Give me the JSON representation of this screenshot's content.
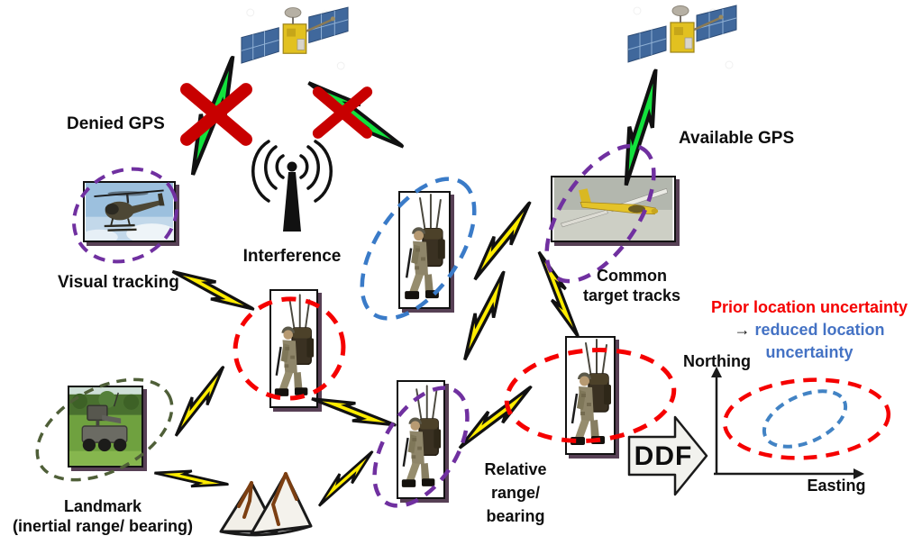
{
  "labels": {
    "denied_gps": "Denied GPS",
    "available_gps": "Available GPS",
    "interference": "Interference",
    "visual_tracking": "Visual tracking",
    "common_target_tracks": {
      "line1": "Common",
      "line2": "target tracks"
    },
    "landmark": {
      "line1": "Landmark",
      "line2": "(inertial range/ bearing)"
    },
    "relative_range_bearing": {
      "line1": "Relative",
      "line2": "range/",
      "line3": "bearing"
    },
    "ddf": "DDF",
    "prior_location_uncertainty": "Prior location uncertainty",
    "arrow_glyph": "→",
    "reduced_location": "reduced location",
    "uncertainty_word": "uncertainty",
    "northing": "Northing",
    "easting": "Easting"
  },
  "colors": {
    "gps_bolt_green": "#12E23C",
    "comm_bolt_yellow": "#FFEC00",
    "denied_x_red": "#C80000",
    "prior_uncertainty_red": "#F50000",
    "reduced_uncertainty_blue": "#4472C4",
    "track_purple": "#7030A0",
    "track_blue": "#3A7BC8",
    "landmark_olive": "#4F5F38"
  },
  "icons": [
    "gps-satellite",
    "red-x",
    "gps-signal-bolt",
    "jammer-antenna",
    "helicopter-uav",
    "soldier-radio",
    "fixed-wing-uav",
    "ugv",
    "mountains",
    "comm-bolt",
    "ddf-arrow",
    "uncertainty-plot"
  ]
}
